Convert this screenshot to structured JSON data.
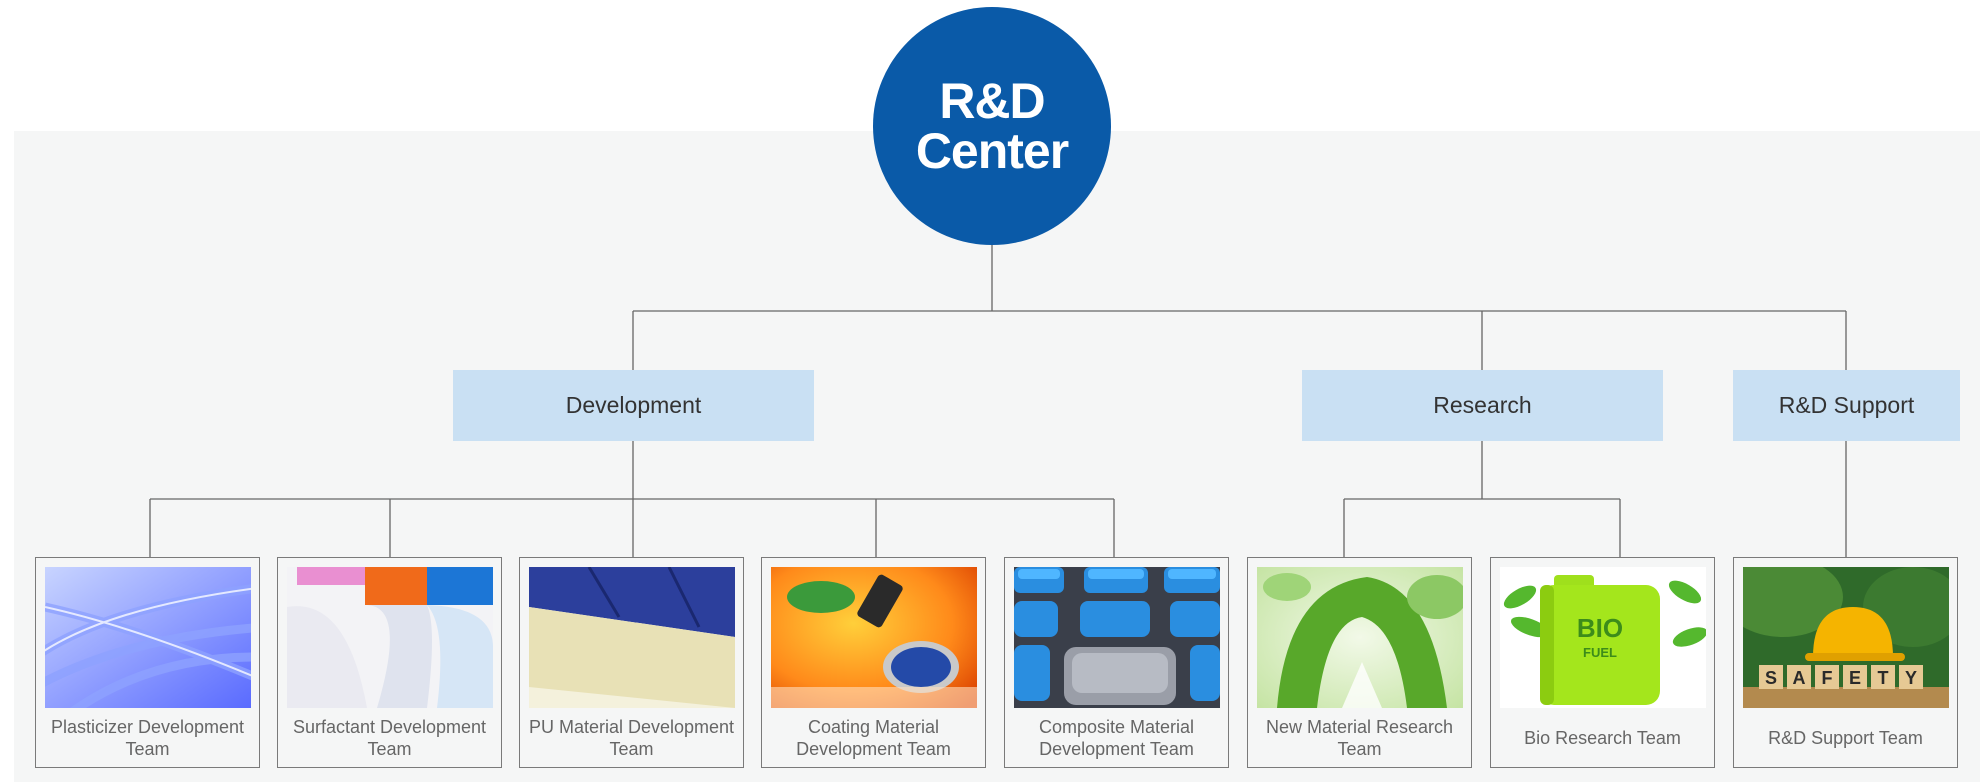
{
  "root": {
    "label": "R&D\nCenter"
  },
  "departments": [
    {
      "label": "Development"
    },
    {
      "label": "Research"
    },
    {
      "label": "R&D Support"
    }
  ],
  "teams": [
    {
      "label": "Plasticizer Development Team",
      "image": "blue-tubes"
    },
    {
      "label": "Surfactant Development Team",
      "image": "detergent-bottles"
    },
    {
      "label": "PU Material Development Team",
      "image": "insulation-panel"
    },
    {
      "label": "Coating Material Development Team",
      "image": "paint-cans"
    },
    {
      "label": "Composite Material Development Team",
      "image": "stadium-seats"
    },
    {
      "label": "New Material Research Team",
      "image": "recycle-leaf"
    },
    {
      "label": "Bio Research Team",
      "image": "bio-fuel-jerrycan",
      "image_text": [
        "BIO",
        "FUEL"
      ]
    },
    {
      "label": "R&D Support Team",
      "image": "safety-helmet",
      "image_text": [
        "S",
        "A",
        "F",
        "E",
        "T",
        "Y"
      ]
    }
  ],
  "colors": {
    "root": "#0a5aa8",
    "department": "#c9e0f3",
    "panel": "#f5f6f6",
    "connector": "#666666"
  }
}
